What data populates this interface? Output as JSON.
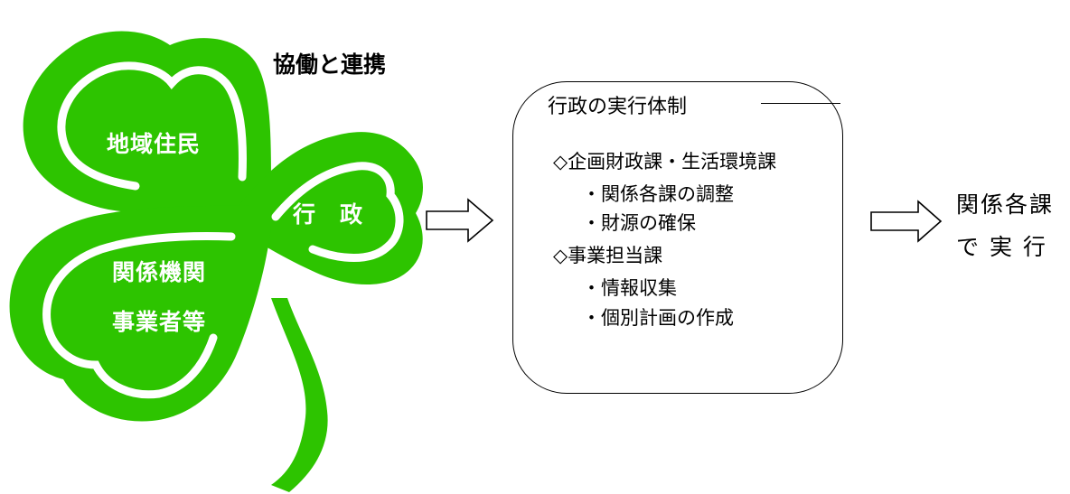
{
  "diagram": {
    "heading": "協働と連携",
    "leaves": {
      "residents": "地域住民",
      "administration": "行　政",
      "organizations_line1": "関係機関",
      "organizations_line2": "事業者等"
    },
    "system_box": {
      "title": "行政の実行体制",
      "sections": [
        {
          "header": "◇企画財政課・生活環境課",
          "items": [
            "・関係各課の調整",
            "・財源の確保"
          ]
        },
        {
          "header": "◇事業担当課",
          "items": [
            "・情報収集",
            "・個別計画の作成"
          ]
        }
      ]
    },
    "result": {
      "line1": "関係各課",
      "line2": "で 実 行"
    },
    "colors": {
      "clover_green": "#2dc400",
      "clover_inner_line": "#ffffff"
    }
  }
}
